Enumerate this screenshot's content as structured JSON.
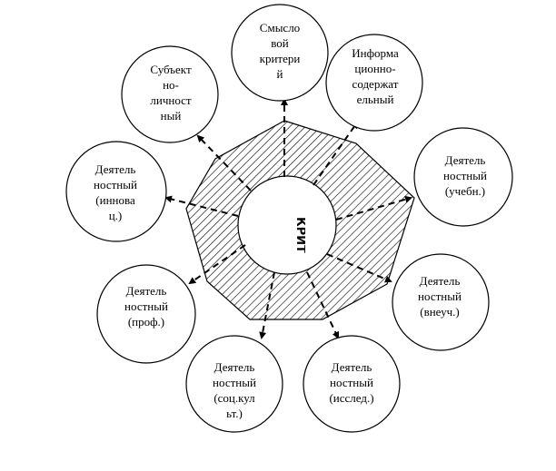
{
  "diagram": {
    "hub_label": "КРИТ",
    "nodes": [
      {
        "id": "n1",
        "lines": [
          "Смысло",
          "вой",
          "критери",
          "й"
        ]
      },
      {
        "id": "n2",
        "lines": [
          "Информа",
          "ционно-",
          "содержат",
          "ельный"
        ]
      },
      {
        "id": "n3",
        "lines": [
          "Деятель",
          "ностный",
          "(учебн.)"
        ]
      },
      {
        "id": "n4",
        "lines": [
          "Деятель",
          "ностный",
          "(внеуч.)"
        ]
      },
      {
        "id": "n5",
        "lines": [
          "Деятель",
          "ностный",
          "(исслед.)"
        ]
      },
      {
        "id": "n6",
        "lines": [
          "Деятель",
          "ностный",
          "(соц.кул",
          "ьт.)"
        ]
      },
      {
        "id": "n7",
        "lines": [
          "Деятель",
          "ностный",
          "(проф.)"
        ]
      },
      {
        "id": "n8",
        "lines": [
          "Деятель",
          "ностный",
          "(иннова",
          "ц.)"
        ]
      },
      {
        "id": "n9",
        "lines": [
          "Субъект",
          "но-",
          "личност",
          "ный"
        ]
      }
    ]
  }
}
